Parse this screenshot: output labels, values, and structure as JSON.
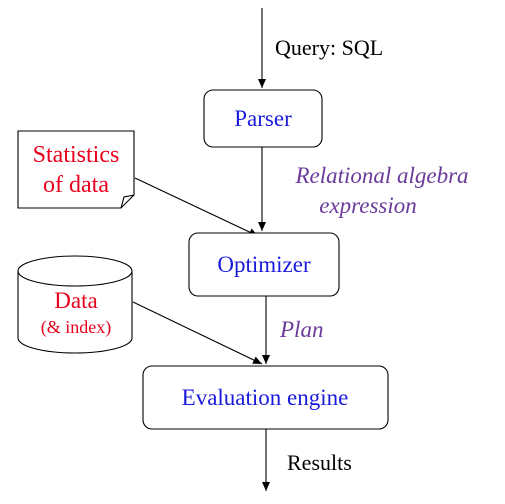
{
  "nodes": {
    "parser": {
      "label": "Parser"
    },
    "optimizer": {
      "label": "Optimizer"
    },
    "evaluation_engine": {
      "label": "Evaluation engine"
    },
    "statistics": {
      "line1": "Statistics",
      "line2": "of data"
    },
    "data_store": {
      "line1": "Data",
      "line2": "(& index)"
    }
  },
  "edge_labels": {
    "input": "Query: SQL",
    "parser_to_optimizer_line1": "Relational algebra",
    "parser_to_optimizer_line2": "expression",
    "optimizer_to_engine": "Plan",
    "output": "Results"
  },
  "colors": {
    "process_box_text": "#1a1adb",
    "input_resource_text": "#e8001c",
    "edge_label_text": "#6a3b9a",
    "plain_text": "#000000"
  }
}
